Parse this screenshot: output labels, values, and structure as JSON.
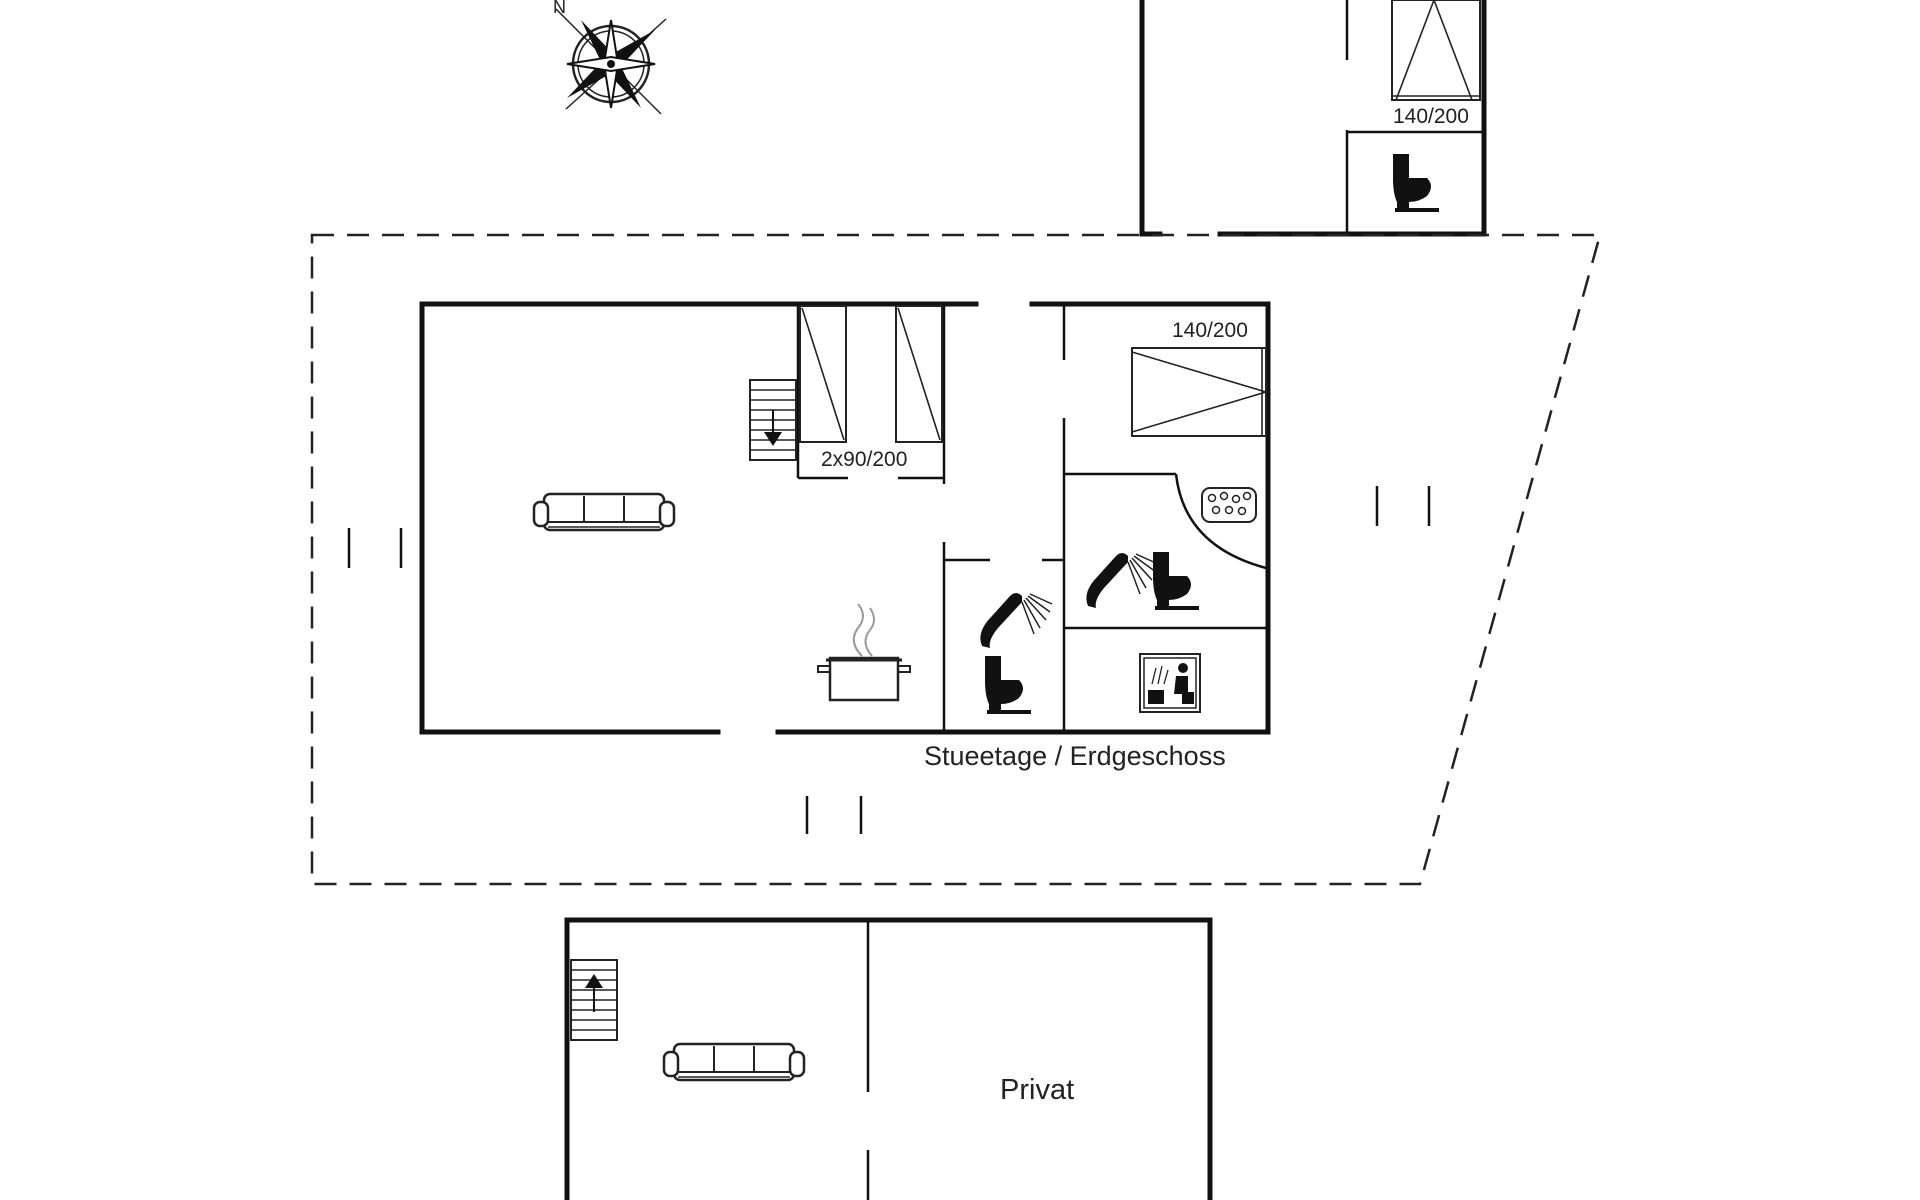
{
  "compass": {
    "north_letter": "N",
    "icon": "compass-rose-icon"
  },
  "labels": {
    "bed_upper_annex": "140/200",
    "bed_ground_right": "140/200",
    "beds_ground_twin": "2x90/200",
    "floor_name": "Stueetage / Erdgeschoss",
    "private_room": "Privat"
  },
  "icons": {
    "sofa": "sofa-icon",
    "kitchen": "cooking-pot-icon",
    "shower": "shower-icon",
    "toilet": "toilet-icon",
    "whirlpool": "whirlpool-icon",
    "sauna": "sauna-icon",
    "stairs_down": "stairs-down-icon",
    "stairs_up": "stairs-up-icon"
  }
}
